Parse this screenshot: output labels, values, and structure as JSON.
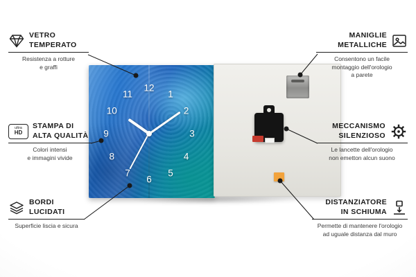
{
  "product": {
    "clock_numbers": [
      "12",
      "1",
      "2",
      "3",
      "4",
      "5",
      "6",
      "7",
      "8",
      "9",
      "10",
      "11"
    ],
    "colors": {
      "front_blue": "#1e63be",
      "front_teal": "#0a9a99",
      "back_grey": "#e8e7e2",
      "spacer_orange": "#f2a33c",
      "mechanism_black": "#141414"
    }
  },
  "callouts": {
    "left": [
      {
        "icon": "diamond-icon",
        "title": "VETRO\nTEMPERATO",
        "subtitle": "Resistenza a rotture\ne graffi"
      },
      {
        "icon": "ultra-hd-icon",
        "icon_top": "ultra",
        "icon_bottom": "HD",
        "title": "STAMPA DI\nALTA QUALITÀ",
        "subtitle": "Colori intensi\ne immagini vivide"
      },
      {
        "icon": "polished-edge-icon",
        "title": "BORDI\nLUCIDATI",
        "subtitle": "Superficie liscia e sicura"
      }
    ],
    "right": [
      {
        "icon": "picture-frame-icon",
        "title": "MANIGLIE\nMETALLICHE",
        "subtitle": "Consentono un facile\nmontaggio dell'orologio\na parete"
      },
      {
        "icon": "gear-icon",
        "title": "MECCANISMO\nSILENZIOSO",
        "subtitle": "Le lancette dell'orologio\nnon emetton alcun suono"
      },
      {
        "icon": "spacer-icon",
        "title": "DISTANZIATORE\nIN SCHIUMA",
        "subtitle": "Permette di mantenere l'orologio\nad uguale distanza dal muro"
      }
    ]
  }
}
